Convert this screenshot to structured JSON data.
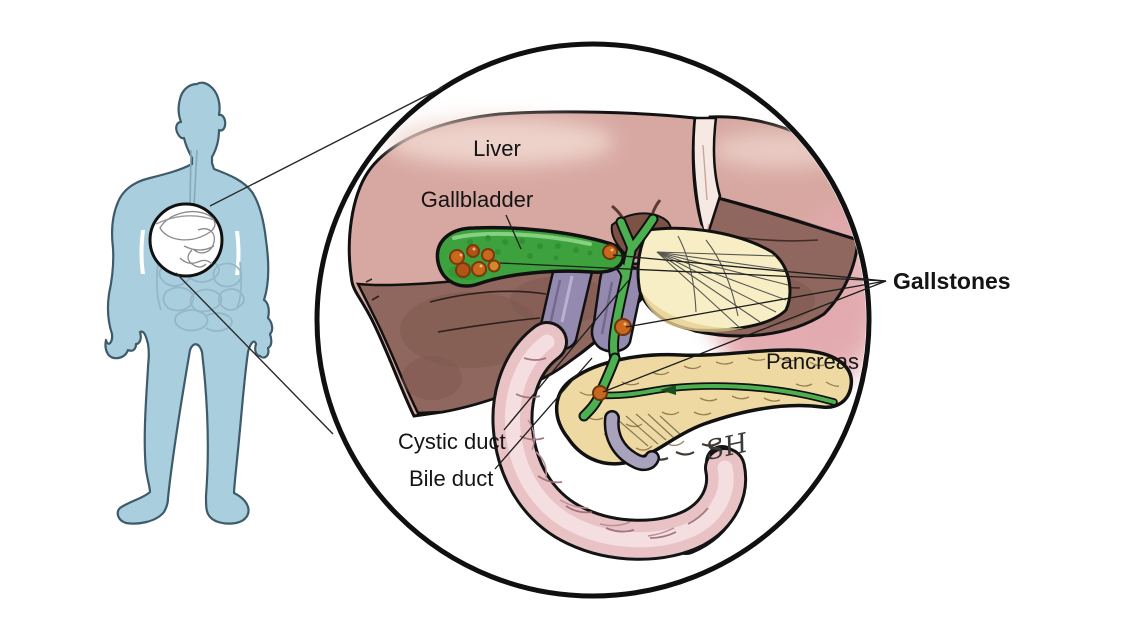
{
  "illustration": {
    "type": "medical-diagram-gallstones",
    "labels": {
      "liver": "Liver",
      "gallbladder": "Gallbladder",
      "gallstones": "Gallstones",
      "pancreas": "Pancreas",
      "cystic_duct": "Cystic duct",
      "bile_duct": "Bile duct"
    },
    "signature": "SH",
    "colors": {
      "background": "#ffffff",
      "outline": "#111111",
      "body_silhouette": "#a9cede",
      "silhouette_outline": "#3e5b6a",
      "sketch_line": "#93b5c5",
      "liver_light": "#d7a8a1",
      "liver_dark": "#8f675e",
      "gallbladder_green": "#3da23d",
      "duct_green": "#4caf50",
      "gallstone_orange": "#c9671c",
      "gallstone_outline": "#7a3a0e",
      "pancreas_tan": "#eed9a2",
      "duodenum_pink": "#e9c2c6",
      "vessel_purple": "#948aaf",
      "omentum_cream": "#f8eec6",
      "glow_pink": "#e2a9ad"
    }
  }
}
